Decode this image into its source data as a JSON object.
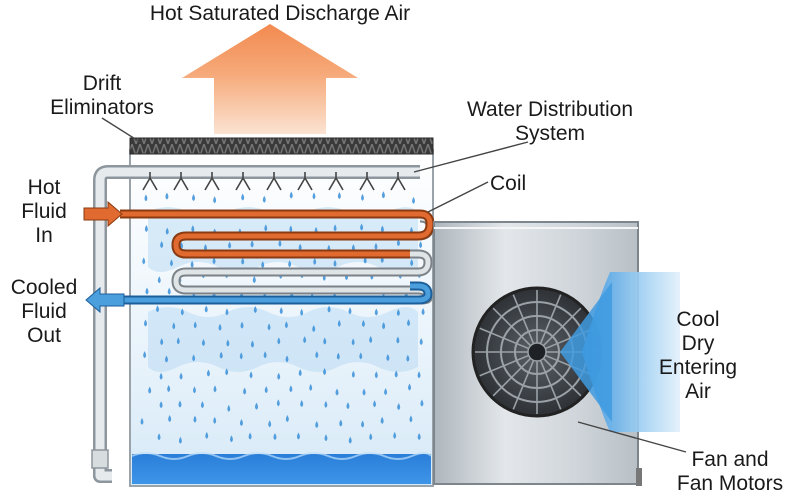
{
  "labels": {
    "discharge_air": "Hot Saturated Discharge Air",
    "drift_eliminators": [
      "Drift",
      "Eliminators"
    ],
    "water_distribution": [
      "Water Distribution",
      "System"
    ],
    "coil": "Coil",
    "hot_fluid_in": [
      "Hot",
      "Fluid",
      "In"
    ],
    "cooled_fluid_out": [
      "Cooled",
      "Fluid",
      "Out"
    ],
    "cool_dry_air": [
      "Cool",
      "Dry",
      "Entering",
      "Air"
    ],
    "fan_motors": [
      "Fan and",
      "Fan Motors"
    ]
  },
  "colors": {
    "discharge_arrow": "#f2905e",
    "hot_fluid": "#e06a2f",
    "cooled_fluid": "#4a9fdc",
    "air_arrow": "#3f9be0",
    "water_basin": "#2f86e0",
    "housing_gray": "#c9cfd4"
  },
  "icons": [
    "up-arrow-icon",
    "fan-icon",
    "spray-nozzle-icon",
    "water-drop-icon"
  ]
}
